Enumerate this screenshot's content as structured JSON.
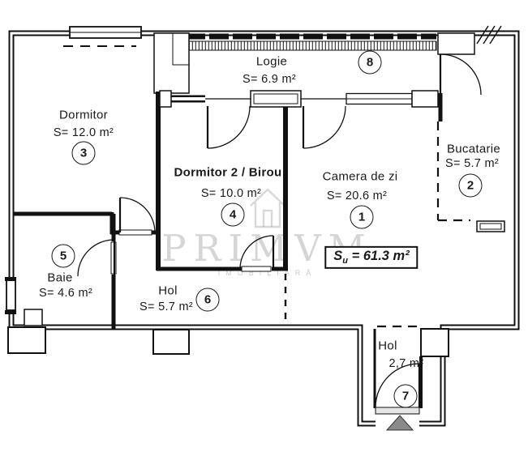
{
  "drawing": {
    "background": "#ffffff",
    "line_color": "#111111",
    "entrance_marker_color": "#8a8a8a"
  },
  "watermark": {
    "name": "PRIMVM",
    "tagline": "IMOBILIARĂ"
  },
  "total_area": {
    "prefix": "S",
    "subscript": "u",
    "rest": " = 61.3 m²"
  },
  "rooms": [
    {
      "id": "camera-de-zi",
      "name": "Camera de zi",
      "area": "S= 20.6 m²",
      "number": "1"
    },
    {
      "id": "bucatarie",
      "name": "Bucatarie",
      "area": "S= 5.7 m²",
      "number": "2"
    },
    {
      "id": "dormitor",
      "name": "Dormitor",
      "area": "S= 12.0 m²",
      "number": "3"
    },
    {
      "id": "dormitor-2-birou",
      "name": "Dormitor 2 / Birou",
      "area": "S= 10.0 m²",
      "number": "4"
    },
    {
      "id": "baie",
      "name": "Baie",
      "area": "S= 4.6 m²",
      "number": "5"
    },
    {
      "id": "hol",
      "name": "Hol",
      "area": "S= 5.7 m²",
      "number": "6"
    },
    {
      "id": "hol-intrare",
      "name": "Hol",
      "area": "2,7 m²",
      "number": "7"
    },
    {
      "id": "logie",
      "name": "Logie",
      "area": "S= 6.9 m²",
      "number": "8"
    }
  ]
}
